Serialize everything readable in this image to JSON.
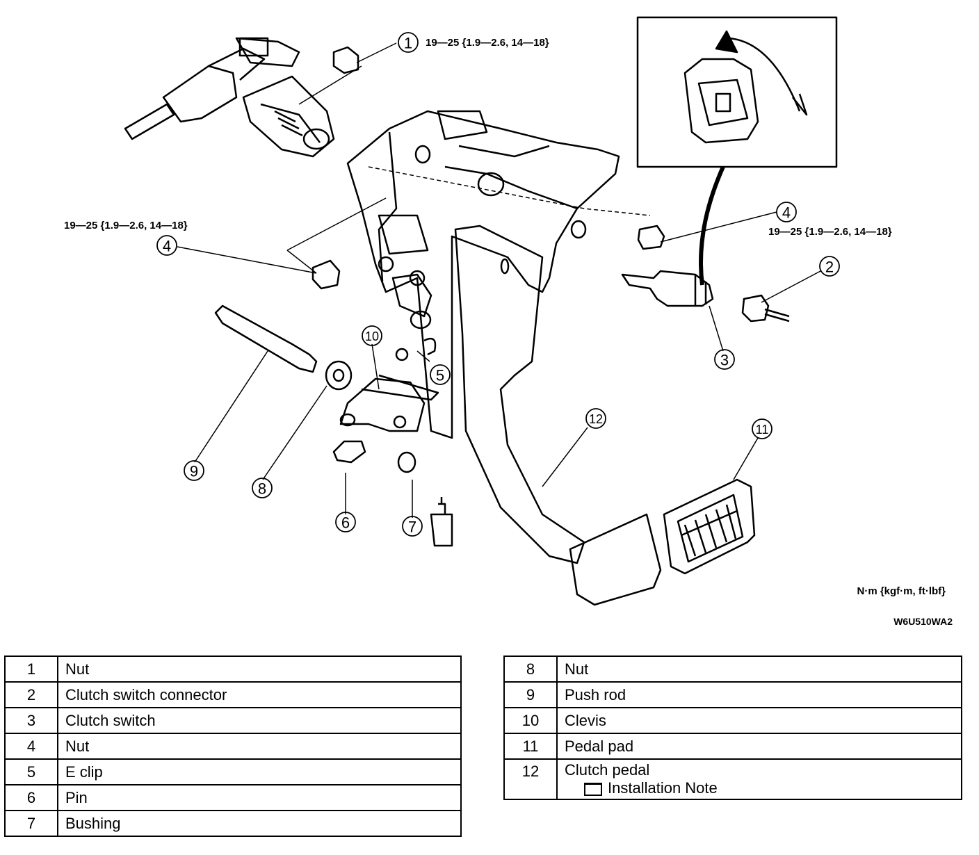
{
  "callouts": {
    "c1": "1",
    "c2": "2",
    "c3": "3",
    "c4a": "4",
    "c4b": "4",
    "c5": "5",
    "c6": "6",
    "c7": "7",
    "c8": "8",
    "c9": "9",
    "c10": "10",
    "c11": "11",
    "c12": "12"
  },
  "torque": {
    "top": "19—25 {1.9—2.6, 14—18}",
    "left": "19—25 {1.9—2.6, 14—18}",
    "right": "19—25 {1.9—2.6, 14—18}"
  },
  "units_label": "N·m {kgf·m, ft·lbf}",
  "figure_code": "W6U510WA2",
  "parts_left": [
    {
      "num": "1",
      "name": "Nut"
    },
    {
      "num": "2",
      "name": "Clutch switch connector"
    },
    {
      "num": "3",
      "name": "Clutch switch"
    },
    {
      "num": "4",
      "name": "Nut"
    },
    {
      "num": "5",
      "name": "E clip"
    },
    {
      "num": "6",
      "name": "Pin"
    },
    {
      "num": "7",
      "name": "Bushing"
    }
  ],
  "parts_right": [
    {
      "num": "8",
      "name": "Nut"
    },
    {
      "num": "9",
      "name": "Push rod"
    },
    {
      "num": "10",
      "name": "Clevis"
    },
    {
      "num": "11",
      "name": "Pedal pad"
    },
    {
      "num": "12",
      "name": "Clutch pedal",
      "note": "Installation Note"
    }
  ]
}
